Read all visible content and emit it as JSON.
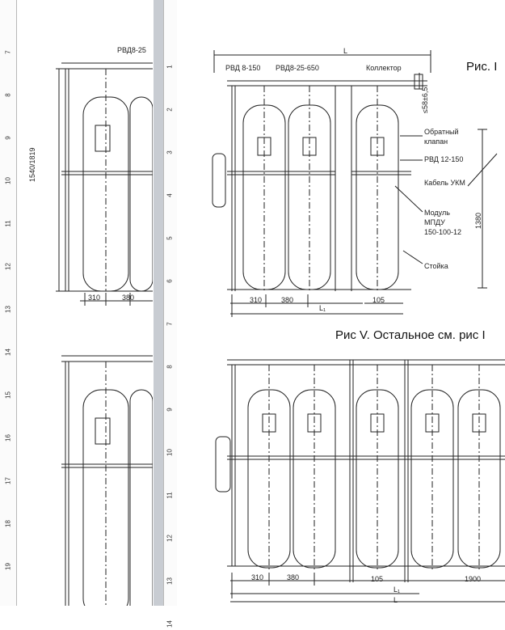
{
  "window": {
    "title": ""
  },
  "rulers": {
    "left": [
      "7",
      "8",
      "9",
      "10",
      "11",
      "12",
      "13",
      "14",
      "15",
      "16",
      "17",
      "18",
      "19"
    ],
    "mid": [
      "1",
      "2",
      "3",
      "4",
      "5",
      "6",
      "7",
      "8",
      "9",
      "10",
      "11",
      "12",
      "13",
      "14"
    ]
  },
  "left_page": {
    "label_rvd": "РВД8-25",
    "dim_height": "1540/1819",
    "dim_310": "310",
    "dim_380": "380"
  },
  "right_page": {
    "fig1": {
      "title": "Рис. I",
      "dim_L": "L",
      "rvd_8_150": "РВД 8-150",
      "rvd_8_25_650": "РВД8-25-650",
      "collector": "Коллектор",
      "dim_58": "≤58±6,5",
      "check_valve_1": "Обратный",
      "check_valve_2": "клапан",
      "rvd_12_150": "РВД 12-150",
      "cable": "Кабель УКМ",
      "module_1": "Модуль",
      "module_2": "МПДУ",
      "module_3": "150-100-12",
      "stand": "Стойка",
      "dim_1380": "1380",
      "dim_310": "310",
      "dim_380": "380",
      "dim_105": "105",
      "dim_L1": "L₁"
    },
    "fig5": {
      "title": "Рис V. Остальное см. рис I",
      "dim_310": "310",
      "dim_380": "380",
      "dim_105": "105",
      "dim_1900": "1900",
      "dim_L1": "L₁",
      "dim_L": "L"
    }
  },
  "colors": {
    "ruler_bg": "#fbfbfb",
    "gap": "#c8ccd2",
    "ink": "#222222"
  }
}
